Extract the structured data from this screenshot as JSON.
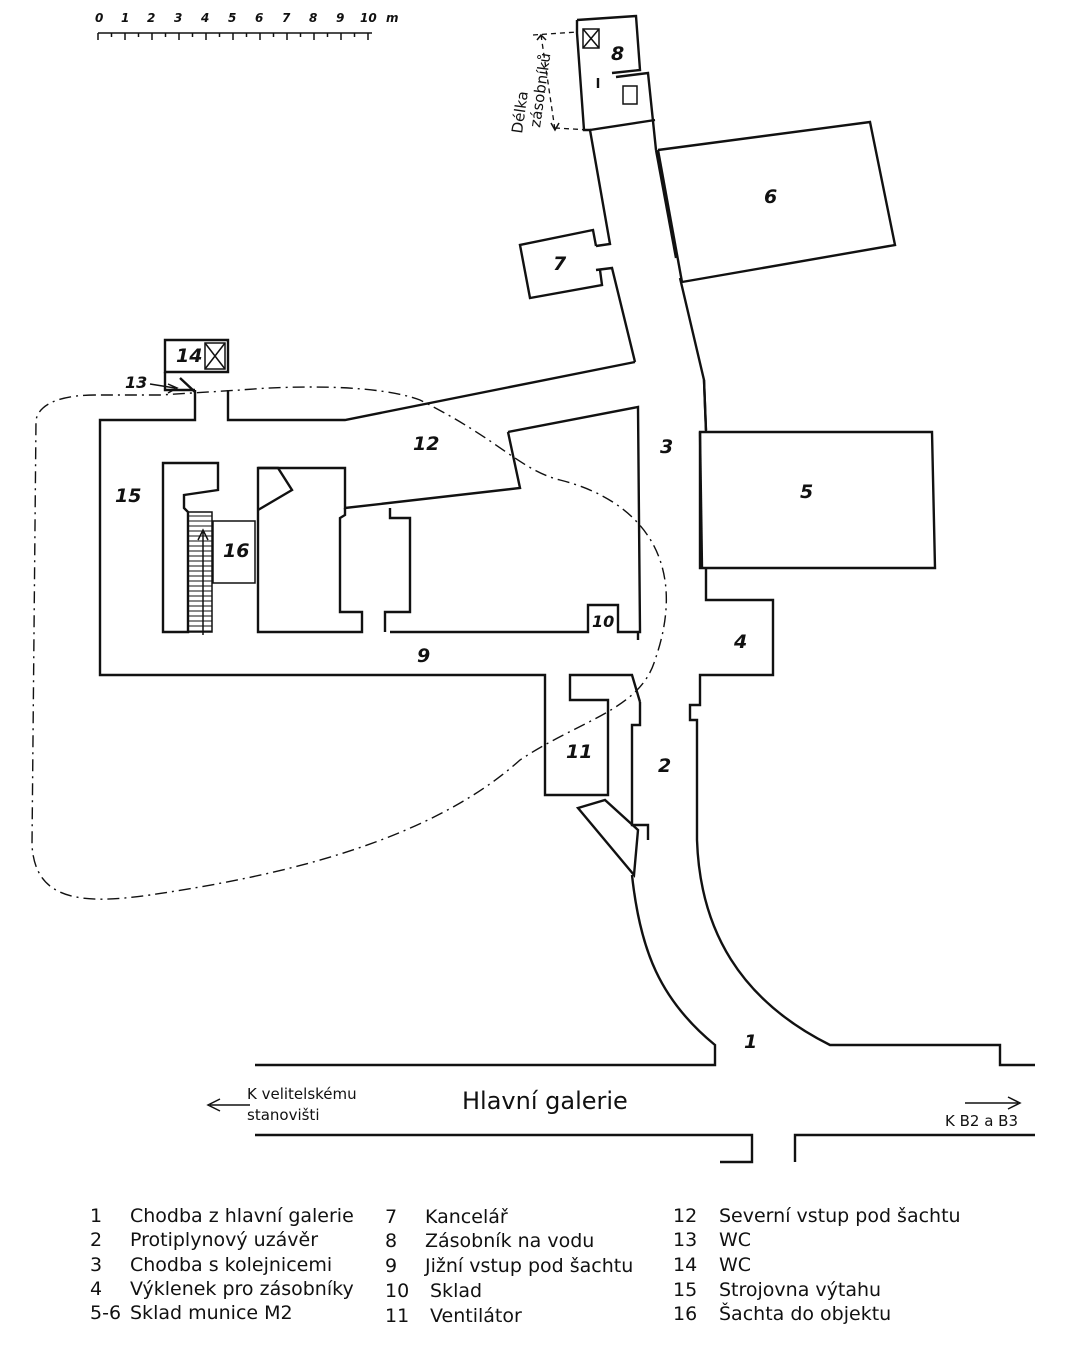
{
  "scale": {
    "ticks": [
      "0",
      "1",
      "2",
      "3",
      "4",
      "5",
      "6",
      "7",
      "8",
      "9",
      "10"
    ],
    "unit": "m"
  },
  "room_numbers": [
    "1",
    "2",
    "3",
    "4",
    "5",
    "6",
    "7",
    "8",
    "9",
    "10",
    "11",
    "12",
    "13",
    "14",
    "15",
    "16"
  ],
  "dimension_label": [
    "Délka",
    "zásobníků"
  ],
  "gallery": {
    "title": "Hlavní galerie",
    "left_direction": [
      "K velitelskému",
      "stanovišti"
    ],
    "right_direction": "K B2 a B3"
  },
  "legend": [
    {
      "num": "1",
      "text": "Chodba z hlavní galerie"
    },
    {
      "num": "2",
      "text": "Protiplynový uzávěr"
    },
    {
      "num": "3",
      "text": "Chodba s kolejnicemi"
    },
    {
      "num": "4",
      "text": "Výklenek pro zásobníky"
    },
    {
      "num": "5-6",
      "text": "Sklad munice M2"
    },
    {
      "num": "7",
      "text": "Kancelář"
    },
    {
      "num": "8",
      "text": "Zásobník na vodu"
    },
    {
      "num": "9",
      "text": "Jižní vstup pod šachtu"
    },
    {
      "num": "10",
      "text": "Sklad"
    },
    {
      "num": "11",
      "text": "Ventilátor"
    },
    {
      "num": "12",
      "text": "Severní vstup pod šachtu"
    },
    {
      "num": "13",
      "text": "WC"
    },
    {
      "num": "14",
      "text": "WC"
    },
    {
      "num": "15",
      "text": "Strojovna výtahu"
    },
    {
      "num": "16",
      "text": "Šachta do objektu"
    }
  ]
}
